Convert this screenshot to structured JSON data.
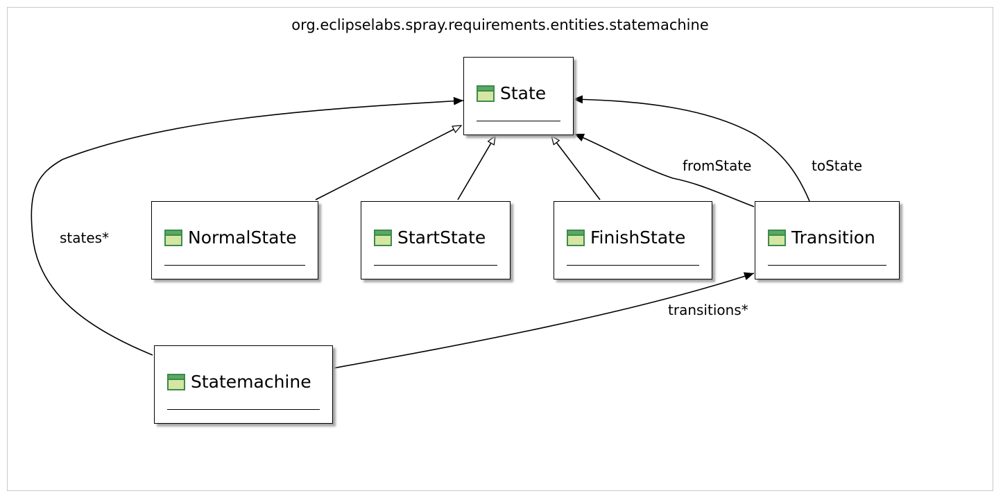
{
  "diagram": {
    "title": "org.eclipselabs.spray.requirements.entities.statemachine",
    "classes": {
      "state": "State",
      "normal_state": "NormalState",
      "start_state": "StartState",
      "finish_state": "FinishState",
      "transition": "Transition",
      "statemachine": "Statemachine"
    },
    "edge_labels": {
      "states": "states*",
      "transitions": "transitions*",
      "from_state": "fromState",
      "to_state": "toState"
    },
    "icon": "class-icon",
    "colors": {
      "icon_fill": "#d4e6a1",
      "icon_border": "#3b8a4b"
    }
  }
}
